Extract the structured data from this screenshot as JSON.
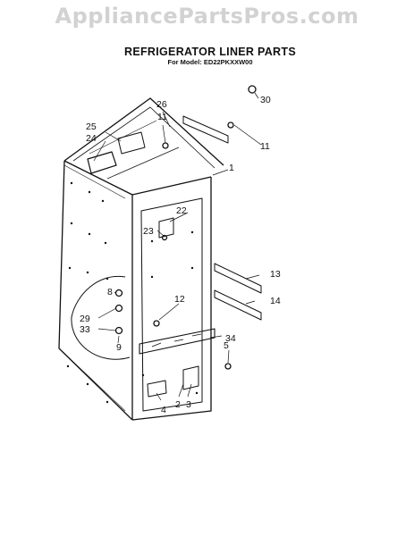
{
  "watermark": "AppliancePartsPros.com",
  "title": "REFRIGERATOR LINER PARTS",
  "subtitle": "For Model: ED22PKXXW00",
  "callouts": {
    "c30": "30",
    "c26": "26",
    "c11a": "11",
    "c11b": "11",
    "c25": "25",
    "c24": "24",
    "c1": "1",
    "c22": "22",
    "c23": "23",
    "c13": "13",
    "c8": "8",
    "c12": "12",
    "c14": "14",
    "c29": "29",
    "c33": "33",
    "c9": "9",
    "c34": "34",
    "c5": "5",
    "c2": "2",
    "c3": "3",
    "c4": "4"
  }
}
